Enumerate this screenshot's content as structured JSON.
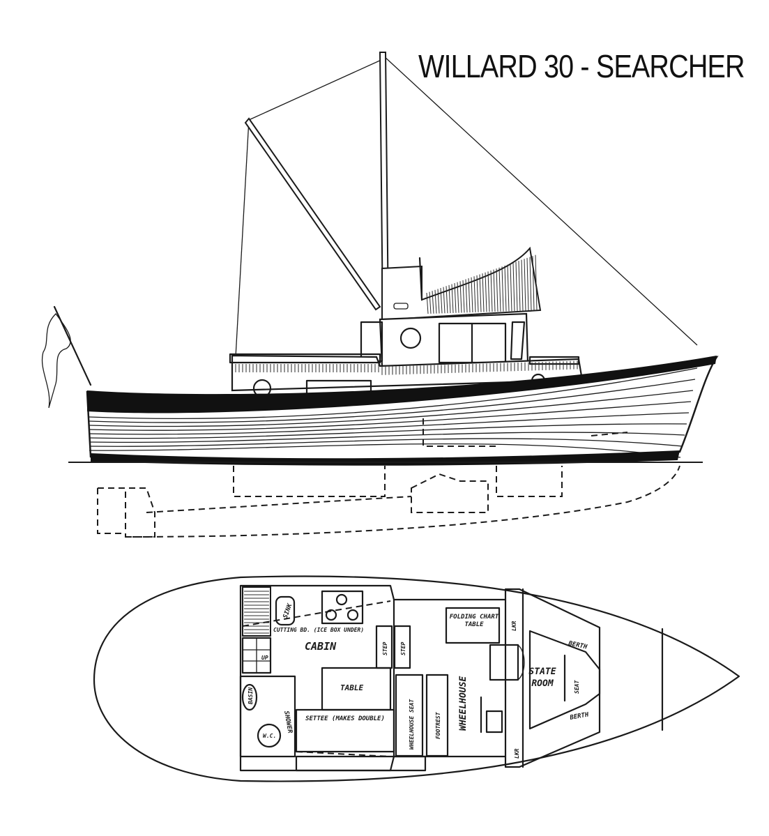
{
  "title": "WILLARD 30 - SEARCHER",
  "plan_labels": {
    "sink": "SINK",
    "cutting_board": "CUTTING BD. (ICE BOX UNDER)",
    "cabin": "CABIN",
    "up": "UP",
    "step_1": "STEP",
    "step_2": "STEP",
    "folding_chart_table": "FOLDING CHART TABLE",
    "lkr_top": "LKR",
    "berth_top": "BERTH",
    "table": "TABLE",
    "basin": "BASIN",
    "shower": "SHOWER",
    "wc": "W.C.",
    "settee": "SETTEE (MAKES DOUBLE)",
    "wheelhouse_seat": "WHEELHOUSE SEAT",
    "footrest": "FOOTREST",
    "wheelhouse": "WHEELHOUSE",
    "state_room": "STATE ROOM",
    "seat": "SEAT",
    "berth_bottom": "BERTH",
    "lkr_bottom": "LKR"
  }
}
